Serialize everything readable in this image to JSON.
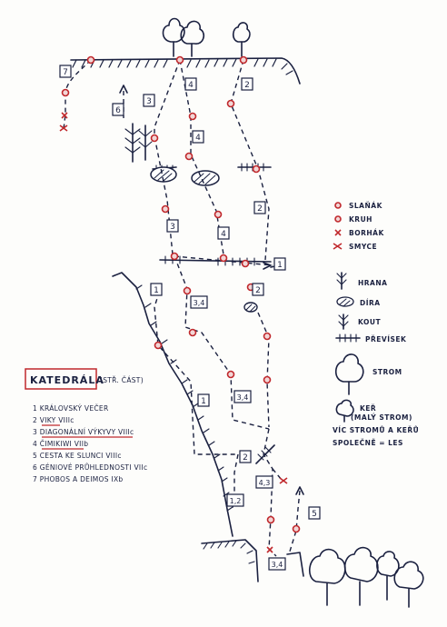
{
  "title": "KATEDRÁLA",
  "subtitle": "(STŘ. ČÁST)",
  "routes": [
    {
      "num": "1",
      "name": "KRÁLOVSKÝ VEČER",
      "grade": ""
    },
    {
      "num": "2",
      "name": "VIKY",
      "grade": "VIIIc"
    },
    {
      "num": "3",
      "name": "DIAGONÁLNÍ VÝKYVY",
      "grade": "VIIIc"
    },
    {
      "num": "4",
      "name": "ČIMIKIWI",
      "grade": "VIIb"
    },
    {
      "num": "5",
      "name": "CESTA KE SLUNCI",
      "grade": "VIIIc"
    },
    {
      "num": "6",
      "name": "GÉNIOVÉ PRŮHLEDNOSTI",
      "grade": "VIIc"
    },
    {
      "num": "7",
      "name": "PHOBOS A DEIMOS",
      "grade": "IXb"
    }
  ],
  "legend": {
    "slanak": "SLAŇÁK",
    "kruh": "KRUH",
    "borhak": "BORHÁK",
    "smyce": "SMYCE",
    "hrana": "HRANA",
    "dira": "DÍRA",
    "kout": "KOUT",
    "previsek": "PŘEVÍSEK",
    "strom": "STROM",
    "ker": "KEŘ",
    "ker_note": "(MALÝ STROM)",
    "les_line1": "VÍC STROMŮ A KEŘŮ",
    "les_line2": "SPOLEČNĚ = LES"
  },
  "route_boxes": {
    "r7": "7",
    "r6": "6",
    "r3a": "3",
    "r4a": "4",
    "r2a": "2",
    "r4b": "4",
    "r3b": "3",
    "r4c": "4",
    "r2b": "2",
    "r1a": "1",
    "r1b": "1",
    "r34a": "3,4",
    "r2c": "2",
    "r1c": "1",
    "r34b": "3,4",
    "r2d": "2",
    "r12": "1,2",
    "r43": "4,3",
    "r5": "5",
    "r34c": "3,4"
  },
  "colors": {
    "ink": "#1b2140",
    "red": "#c0282c",
    "paper": "#fdfdfb"
  }
}
